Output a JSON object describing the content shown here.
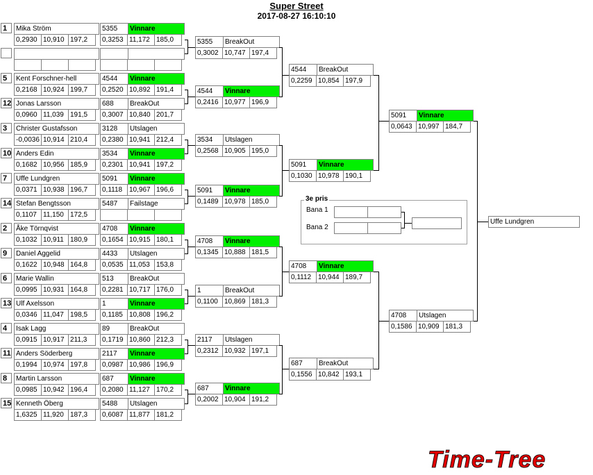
{
  "header": {
    "title": "Super Street",
    "datetime": "2017-08-27 16:10:10"
  },
  "round1": [
    {
      "seed": "1",
      "name": "Mika Ström",
      "st": [
        "0,2930",
        "10,910",
        "197,2"
      ],
      "id": "5355",
      "result": "Vinnare",
      "rt": [
        "0,3253",
        "11,172",
        "185,0"
      ]
    },
    {
      "seed": "",
      "name": "",
      "st": [
        "",
        "",
        ""
      ],
      "id": "",
      "result": "",
      "rt": [
        "",
        "",
        ""
      ]
    },
    {
      "seed": "5",
      "name": "Kent Forschner-hell",
      "st": [
        "0,2168",
        "10,924",
        "199,7"
      ],
      "id": "4544",
      "result": "Vinnare",
      "rt": [
        "0,2520",
        "10,892",
        "191,4"
      ]
    },
    {
      "seed": "12",
      "name": "Jonas Larsson",
      "st": [
        "0,0960",
        "11,039",
        "191,5"
      ],
      "id": "688",
      "result": "BreakOut",
      "rt": [
        "0,3007",
        "10,840",
        "201,7"
      ]
    },
    {
      "seed": "3",
      "name": "Christer Gustafsson",
      "st": [
        "-0,0036",
        "10,914",
        "210,4"
      ],
      "id": "3128",
      "result": "Utslagen",
      "rt": [
        "0,2380",
        "10,941",
        "212,4"
      ]
    },
    {
      "seed": "10",
      "name": "Anders Edin",
      "st": [
        "0,1682",
        "10,956",
        "185,9"
      ],
      "id": "3534",
      "result": "Vinnare",
      "rt": [
        "0,2301",
        "10,941",
        "197,2"
      ]
    },
    {
      "seed": "7",
      "name": "Uffe Lundgren",
      "st": [
        "0,0371",
        "10,938",
        "196,7"
      ],
      "id": "5091",
      "result": "Vinnare",
      "rt": [
        "0,1118",
        "10,967",
        "196,6"
      ]
    },
    {
      "seed": "14",
      "name": "Stefan Bengtsson",
      "st": [
        "0,1107",
        "11,150",
        "172,5"
      ],
      "id": "5487",
      "result": "Failstage",
      "rt": [
        "",
        "",
        ""
      ]
    },
    {
      "seed": "2",
      "name": "Åke Törnqvist",
      "st": [
        "0,1032",
        "10,911",
        "180,9"
      ],
      "id": "4708",
      "result": "Vinnare",
      "rt": [
        "0,1654",
        "10,915",
        "180,1"
      ]
    },
    {
      "seed": "9",
      "name": "Daniel Aggelid",
      "st": [
        "0,1622",
        "10,948",
        "164,8"
      ],
      "id": "4433",
      "result": "Utslagen",
      "rt": [
        "0,0535",
        "11,053",
        "153,8"
      ]
    },
    {
      "seed": "6",
      "name": "Marie Wallin",
      "st": [
        "0,0995",
        "10,931",
        "164,8"
      ],
      "id": "513",
      "result": "BreakOut",
      "rt": [
        "0,2281",
        "10,717",
        "176,0"
      ]
    },
    {
      "seed": "13",
      "name": "Ulf Axelsson",
      "st": [
        "0,0346",
        "11,047",
        "198,5"
      ],
      "id": "1",
      "result": "Vinnare",
      "rt": [
        "0,1185",
        "10,808",
        "196,2"
      ]
    },
    {
      "seed": "4",
      "name": "Isak Lagg",
      "st": [
        "0,0915",
        "10,917",
        "211,3"
      ],
      "id": "89",
      "result": "BreakOut",
      "rt": [
        "0,1719",
        "10,860",
        "212,3"
      ]
    },
    {
      "seed": "11",
      "name": "Anders Söderberg",
      "st": [
        "0,1994",
        "10,974",
        "197,8"
      ],
      "id": "2117",
      "result": "Vinnare",
      "rt": [
        "0,0987",
        "10,986",
        "196,9"
      ]
    },
    {
      "seed": "8",
      "name": "Martin Larsson",
      "st": [
        "0,0985",
        "10,942",
        "196,4"
      ],
      "id": "687",
      "result": "Vinnare",
      "rt": [
        "0,2080",
        "11,127",
        "170,2"
      ]
    },
    {
      "seed": "15",
      "name": "Kenneth Öberg",
      "st": [
        "1,6325",
        "11,920",
        "187,3"
      ],
      "id": "5488",
      "result": "Utslagen",
      "rt": [
        "0,6087",
        "11,877",
        "181,2"
      ]
    }
  ],
  "round2": [
    {
      "id": "5355",
      "result": "BreakOut",
      "t": [
        "0,3002",
        "10,747",
        "197,4"
      ]
    },
    {
      "id": "4544",
      "result": "Vinnare",
      "t": [
        "0,2416",
        "10,977",
        "196,9"
      ]
    },
    {
      "id": "3534",
      "result": "Utslagen",
      "t": [
        "0,2568",
        "10,905",
        "195,0"
      ]
    },
    {
      "id": "5091",
      "result": "Vinnare",
      "t": [
        "0,1489",
        "10,978",
        "185,0"
      ]
    },
    {
      "id": "4708",
      "result": "Vinnare",
      "t": [
        "0,1345",
        "10,888",
        "181,5"
      ]
    },
    {
      "id": "1",
      "result": "BreakOut",
      "t": [
        "0,1100",
        "10,869",
        "181,3"
      ]
    },
    {
      "id": "2117",
      "result": "Utslagen",
      "t": [
        "0,2312",
        "10,932",
        "197,1"
      ]
    },
    {
      "id": "687",
      "result": "Vinnare",
      "t": [
        "0,2002",
        "10,904",
        "191,2"
      ]
    }
  ],
  "round3": [
    {
      "id": "4544",
      "result": "BreakOut",
      "t": [
        "0,2259",
        "10,854",
        "197,9"
      ]
    },
    {
      "id": "5091",
      "result": "Vinnare",
      "t": [
        "0,1030",
        "10,978",
        "190,1"
      ]
    },
    {
      "id": "4708",
      "result": "Vinnare",
      "t": [
        "0,1112",
        "10,944",
        "189,7"
      ]
    },
    {
      "id": "687",
      "result": "BreakOut",
      "t": [
        "0,1556",
        "10,842",
        "193,1"
      ]
    }
  ],
  "round4": [
    {
      "id": "5091",
      "result": "Vinnare",
      "t": [
        "0,0643",
        "10,997",
        "184,7"
      ]
    },
    {
      "id": "4708",
      "result": "Utslagen",
      "t": [
        "0,1586",
        "10,909",
        "181,3"
      ]
    }
  ],
  "winner": "Uffe Lundgren",
  "third": {
    "title": "3e pris",
    "lane1": "Bana 1",
    "lane2": "Bana 2"
  },
  "logo": {
    "text": "Time-Tree",
    "color": "#e00000"
  }
}
